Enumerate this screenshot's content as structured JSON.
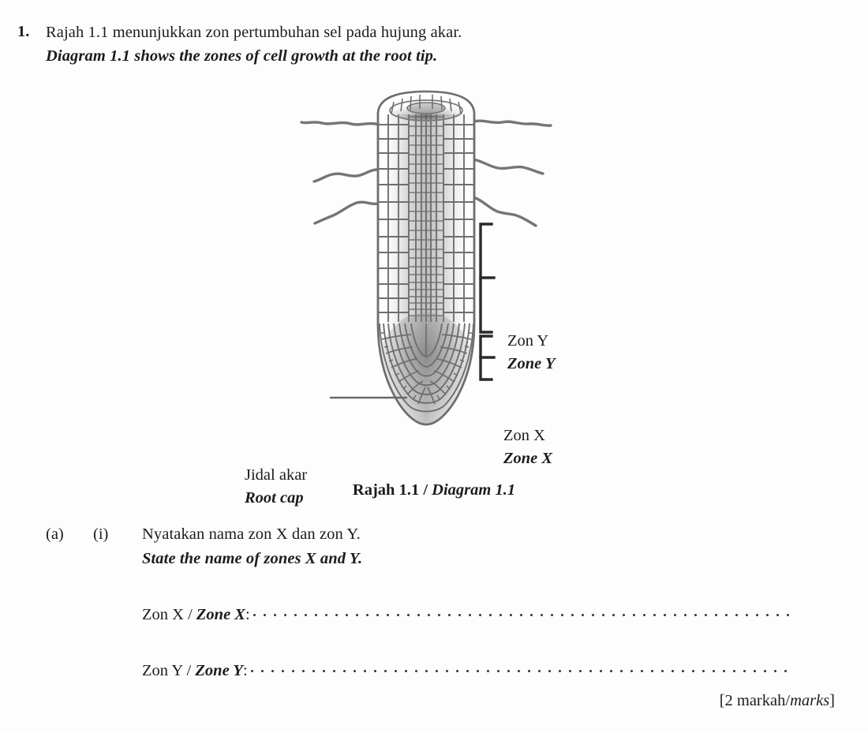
{
  "question": {
    "number": "1.",
    "stem_my": "Rajah 1.1 menunjukkan zon pertumbuhan sel pada hujung akar.",
    "stem_en": "Diagram 1.1 shows the zones of cell growth at the root tip."
  },
  "diagram": {
    "caption_my": "Rajah 1.1 / ",
    "caption_en": "Diagram 1.1",
    "labels": {
      "zone_y_my": "Zon Y",
      "zone_y_en": "Zone Y",
      "zone_x_my": "Zon X",
      "zone_x_en": "Zone X",
      "root_cap_my": "Jidal akar",
      "root_cap_en": "Root cap"
    }
  },
  "part_a": {
    "part_letter": "(a)",
    "sub_roman": "(i)",
    "prompt_my": "Nyatakan nama zon X dan zon Y.",
    "prompt_en": "State the name of zones X and Y.",
    "answers": [
      {
        "label_my": "Zon X / ",
        "label_en": "Zone X",
        "suffix": ":"
      },
      {
        "label_my": "Zon Y / ",
        "label_en": "Zone Y",
        "suffix": ":"
      }
    ],
    "marks": "[2 markah/",
    "marks_en": "marks",
    "marks_close": "]"
  },
  "colors": {
    "ink": "#1c1c1c",
    "page": "#fdfdfd",
    "cell_stroke": "#6f6f6f",
    "bracket": "#2a2a2a"
  }
}
